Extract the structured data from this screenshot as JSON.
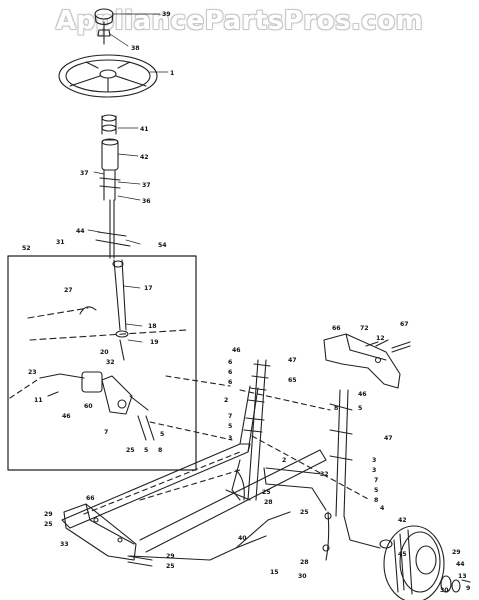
{
  "watermark": "AppliancePartsPros.com",
  "callouts": [
    "39",
    "38",
    "1",
    "41",
    "42",
    "37",
    "37",
    "36",
    "52",
    "44",
    "31",
    "54",
    "27",
    "17",
    "18",
    "19",
    "20",
    "32",
    "23",
    "11",
    "46",
    "60",
    "7",
    "25",
    "5",
    "8",
    "66",
    "72",
    "12",
    "67",
    "46",
    "6",
    "6",
    "6",
    "2",
    "47",
    "65",
    "8",
    "46",
    "5",
    "47",
    "7",
    "5",
    "3",
    "2",
    "3",
    "3",
    "7",
    "5",
    "8",
    "32",
    "25",
    "4",
    "42",
    "30",
    "45",
    "15",
    "40",
    "28",
    "29",
    "44",
    "13",
    "30",
    "25",
    "28",
    "66",
    "29",
    "25",
    "33",
    "29",
    "25",
    "9",
    "5"
  ]
}
